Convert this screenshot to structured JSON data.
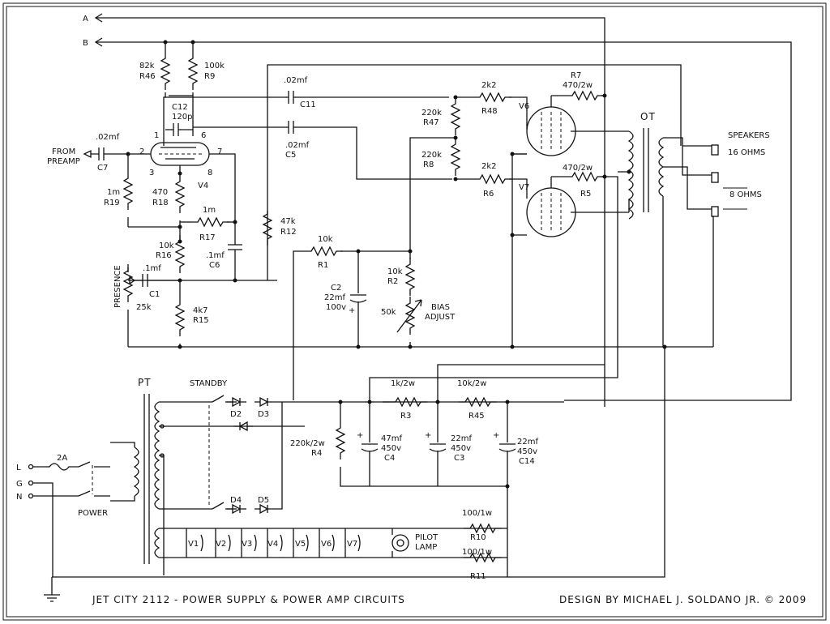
{
  "border": {
    "color": "#111111"
  },
  "rails": {
    "a": "A",
    "b": "B"
  },
  "inputs": {
    "from_preamp": [
      "FROM",
      "PREAMP"
    ],
    "speakers": "SPEAKERS",
    "ohms16": "16 OHMS",
    "ohms8": "8 OHMS"
  },
  "resistors": {
    "r46": [
      "82k",
      "R46"
    ],
    "r9": [
      "100k",
      "R9"
    ],
    "r19": [
      "1m",
      "R19"
    ],
    "r18": [
      "470",
      "R18"
    ],
    "r17": [
      "1m",
      "R17"
    ],
    "r16": [
      "10k",
      "R16"
    ],
    "r15": [
      "4k7",
      "R15"
    ],
    "r12": [
      "47k",
      "R12"
    ],
    "r1": [
      "10k",
      "R1"
    ],
    "r2": [
      "10k",
      "R2"
    ],
    "r47": [
      "220k",
      "R47"
    ],
    "r8": [
      "220k",
      "R8"
    ],
    "r48": [
      "2k2",
      "R48"
    ],
    "r6": [
      "2k2",
      "R6"
    ],
    "r7": [
      "R7",
      "470/2w"
    ],
    "r5": [
      "470/2w",
      "R5"
    ],
    "r4": [
      "220k/2w",
      "R4"
    ],
    "r3": [
      "1k/2w",
      "R3"
    ],
    "r45": [
      "10k/2w",
      "R45"
    ],
    "r10": [
      "100/1w",
      "R10"
    ],
    "r11": [
      "100/1w",
      "R11"
    ]
  },
  "capacitors": {
    "c7": [
      ".02mf",
      "C7"
    ],
    "c12": [
      "C12",
      "120p"
    ],
    "c11": [
      ".02mf",
      "C11"
    ],
    "c5": [
      ".02mf",
      "C5"
    ],
    "c6": [
      ".1mf",
      "C6"
    ],
    "c1": [
      ".1mf",
      "C1"
    ],
    "c2": [
      "C2",
      "22mf",
      "100v"
    ],
    "c4": [
      "47mf",
      "450v",
      "C4"
    ],
    "c3": [
      "22mf",
      "450v",
      "C3"
    ],
    "c14": [
      "22mf",
      "450v",
      "C14"
    ]
  },
  "tubes": {
    "v4": "V4",
    "v6": "V6",
    "v7": "V7",
    "pins": [
      "1",
      "2",
      "3",
      "6",
      "7",
      "8"
    ]
  },
  "controls": {
    "presence": "PRESENCE",
    "presence_val": "25k",
    "bias_val": "50k",
    "bias": [
      "BIAS",
      "ADJUST"
    ]
  },
  "power": {
    "pt": "PT",
    "ot": "OT",
    "standby": "STANDBY",
    "fuse": "2A",
    "power": "POWER",
    "mains": [
      "L",
      "G",
      "N"
    ],
    "diodes": [
      "D2",
      "D3",
      "D4",
      "D5"
    ],
    "heaters": [
      "V1",
      "V2",
      "V3",
      "V4",
      "V5",
      "V6",
      "V7"
    ],
    "pilot": [
      "PILOT",
      "LAMP"
    ]
  },
  "footer": {
    "title": "JET CITY 2112 - POWER SUPPLY & POWER AMP CIRCUITS",
    "credit": "DESIGN BY MICHAEL J. SOLDANO JR.  ©  2009"
  }
}
